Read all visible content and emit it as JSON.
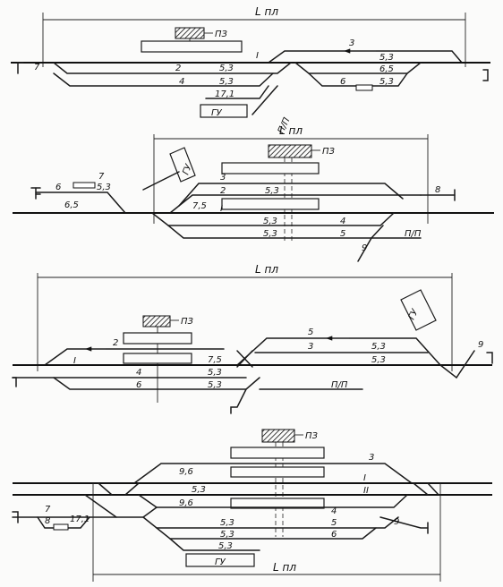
{
  "labels": {
    "length": "L пл",
    "pz": "ПЗ",
    "gu": "ГУ",
    "pp": "П/П",
    "main1": "I",
    "main2": "II"
  },
  "d1": {
    "tracks": [
      "7",
      "3",
      "2",
      "4",
      "6"
    ],
    "lengths": [
      "5,3",
      "5,3",
      "6,5",
      "5,3",
      "5,3",
      "17,1"
    ]
  },
  "d2": {
    "tracks": [
      "7",
      "6",
      "3",
      "2",
      "4",
      "5",
      "8",
      "9"
    ],
    "lengths": [
      "5,3",
      "6,5",
      "7,5",
      "5,3",
      "5,3",
      "5,3"
    ]
  },
  "d3": {
    "tracks": [
      "2",
      "5",
      "3",
      "4",
      "6",
      "9"
    ],
    "lengths": [
      "5,3",
      "5,3",
      "7,5",
      "5,3",
      "5,3"
    ]
  },
  "d4": {
    "tracks": [
      "3",
      "7",
      "8",
      "4",
      "5",
      "6",
      "9"
    ],
    "lengths": [
      "9,6",
      "5,3",
      "9,6",
      "5,3",
      "5,3",
      "5,3",
      "17,1"
    ]
  }
}
